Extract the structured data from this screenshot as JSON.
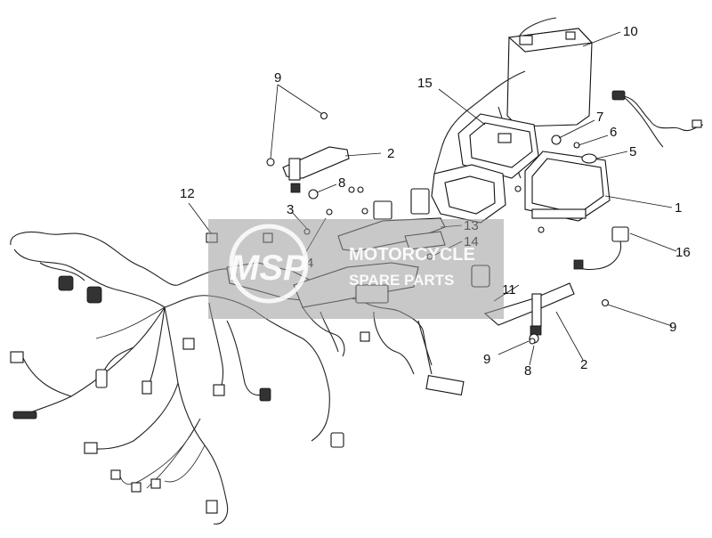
{
  "callouts": [
    "10",
    "15",
    "9",
    "2",
    "7",
    "6",
    "5",
    "8",
    "1",
    "12",
    "3",
    "13",
    "4",
    "14",
    "16",
    "11",
    "9",
    "9",
    "8",
    "2"
  ],
  "watermark": {
    "logo": "MSP",
    "line1": "MOTORCYCLE",
    "line2": "SPARE PARTS"
  }
}
